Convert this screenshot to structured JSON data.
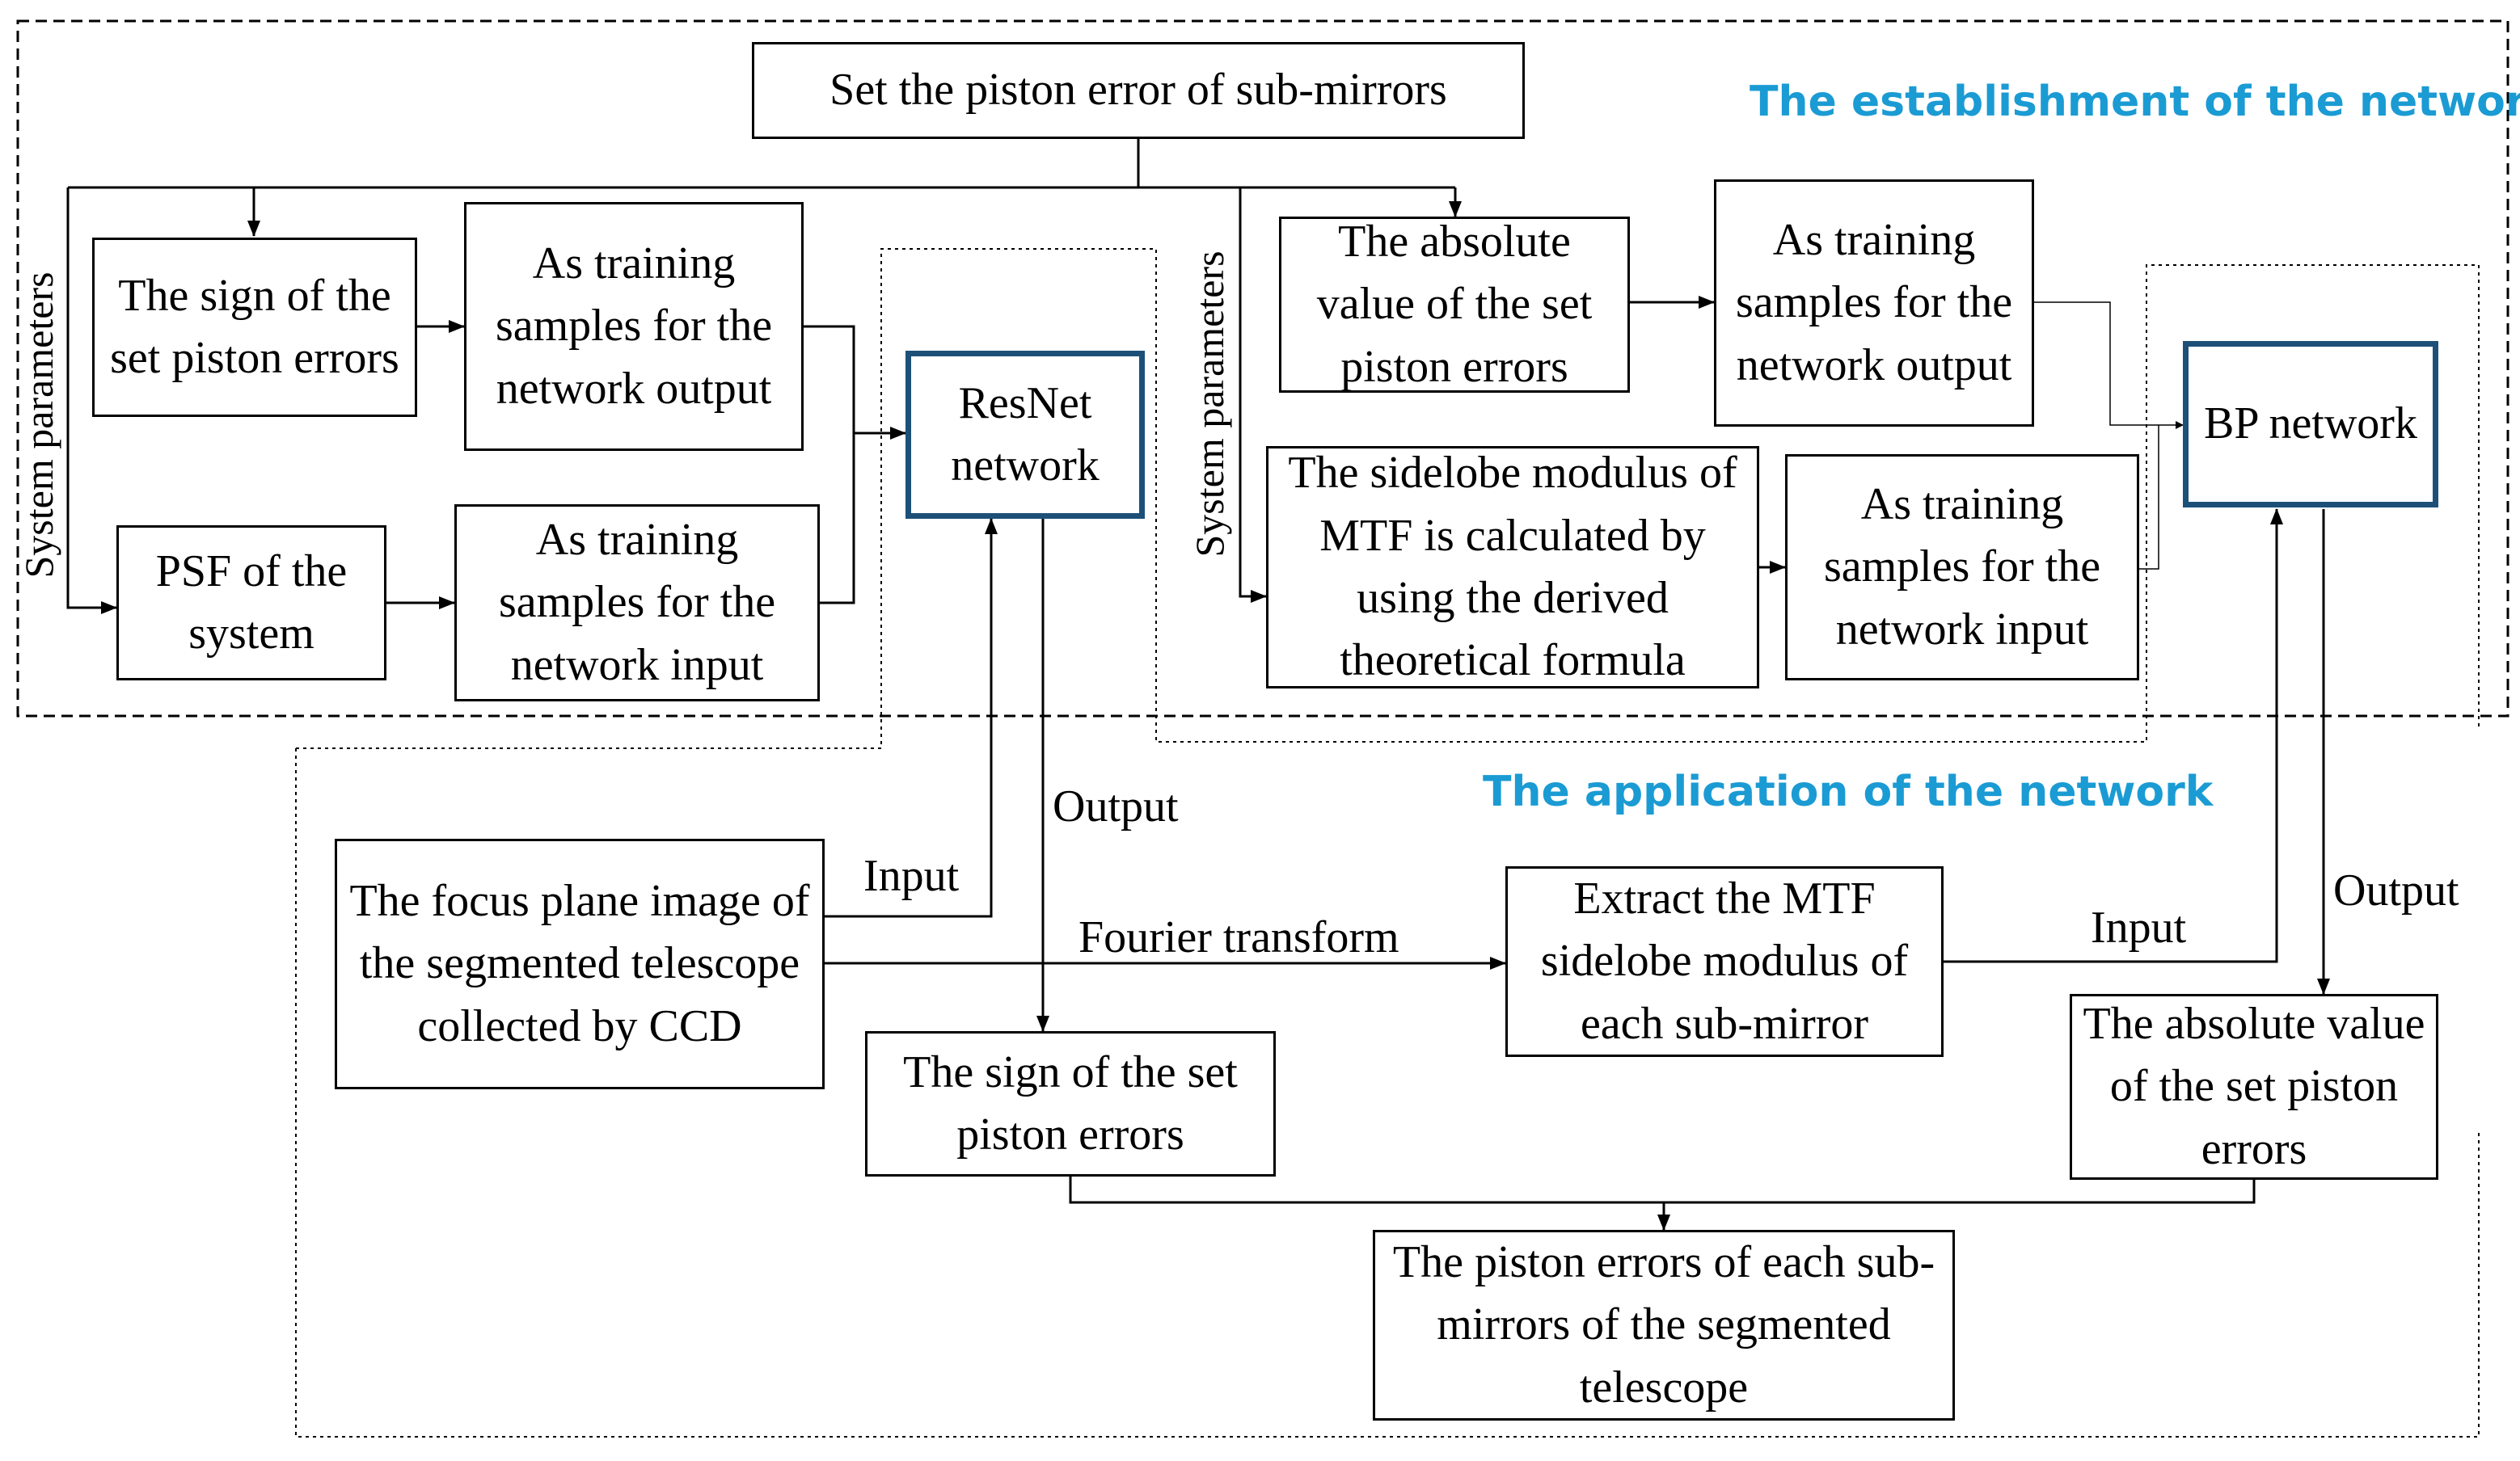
{
  "colors": {
    "section_title": "#1b9bd3",
    "network_border": "#1d5078",
    "line": "#000000"
  },
  "sections": {
    "establishment": "The establishment of the network",
    "application": "The application of the network"
  },
  "boxes": {
    "set_piston": "Set the piston error of sub-mirrors",
    "sign_set": "The sign of the set piston errors",
    "train_out_left": "As training samples for the network output",
    "psf": "PSF of the system",
    "train_in_left": "As training samples for the network input",
    "resnet": "ResNet network",
    "abs_set": "The absolute value of the set piston errors",
    "train_out_right": "As training samples for the network output",
    "sidelobe_calc": "The sidelobe modulus of MTF is calculated by using the derived theoretical formula",
    "train_in_right": "As training samples for the network input",
    "bp": "BP network",
    "focus_image": "The focus plane image of the segmented telescope collected by CCD",
    "extract_mtf": "Extract the MTF sidelobe modulus of each sub-mirror",
    "sign_out": "The sign of the set piston errors",
    "abs_out": "The absolute value of the set piston errors",
    "final": "The piston errors of each sub-mirrors of the segmented telescope"
  },
  "labels": {
    "system_params_left": "System parameters",
    "system_params_right": "System parameters",
    "input_resnet": "Input",
    "output_resnet": "Output",
    "fourier": "Fourier transform",
    "input_bp": "Input",
    "output_bp": "Output"
  }
}
